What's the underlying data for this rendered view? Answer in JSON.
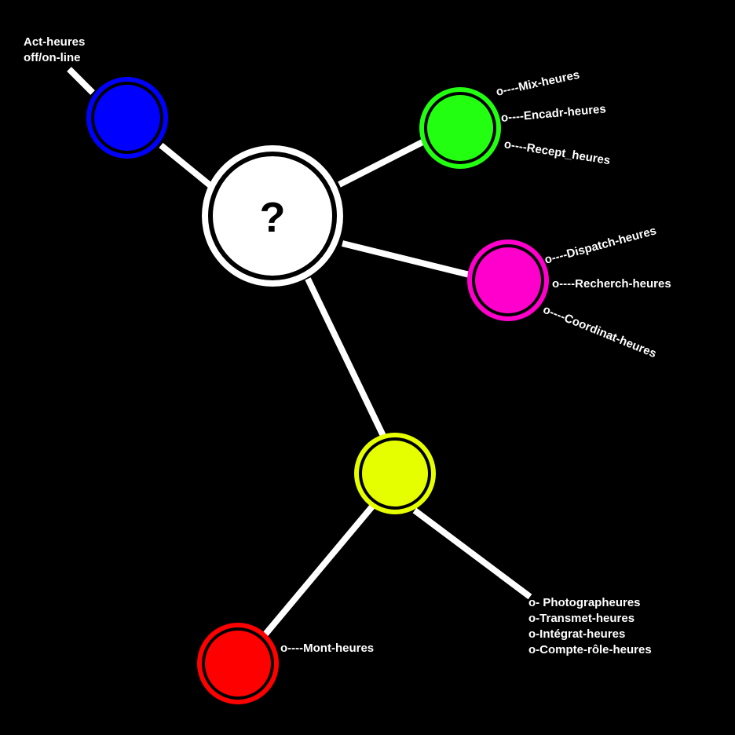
{
  "center": {
    "label": "?"
  },
  "colors": {
    "background": "#000000",
    "link": "#ffffff",
    "center": "#ffffff",
    "blue": "#0000ff",
    "green": "#22ff11",
    "magenta": "#ff00cc",
    "yellow": "#e6ff00",
    "red": "#ff0000"
  },
  "blue": {
    "labels": [
      "Act-heures",
      "off/on-line"
    ]
  },
  "green": {
    "labels": [
      "o----Mix-heures",
      "o----Encadr-heures",
      "o----Recept_heures"
    ]
  },
  "magenta": {
    "labels": [
      "o----Dispatch-heures",
      "o----Recherch-heures",
      "o----Coordinat-heures"
    ]
  },
  "yellow": {
    "labels": [
      "o- Photographeures",
      "o-Transmet-heures",
      "o-Intégrat-heures",
      "o-Compte-rôle-heures"
    ]
  },
  "red": {
    "labels": [
      "o----Mont-heures"
    ]
  }
}
